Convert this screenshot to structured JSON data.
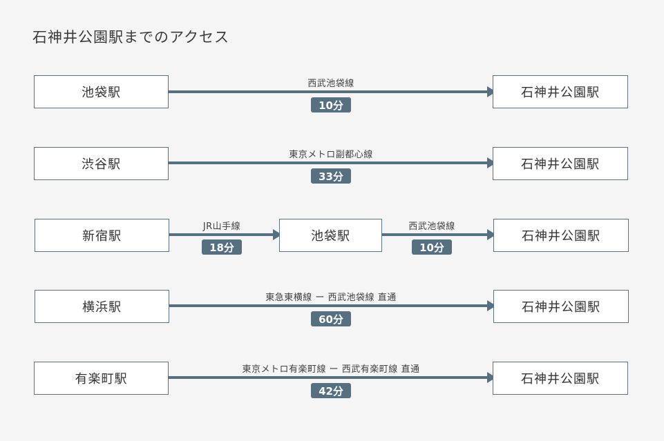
{
  "title": "石神井公園駅までのアクセス",
  "routes": [
    {
      "from": "池袋駅",
      "to": "石神井公園駅",
      "line": "西武池袋線",
      "time": "10分"
    },
    {
      "from": "渋谷駅",
      "to": "石神井公園駅",
      "line": "東京メトロ副都心線",
      "time": "33分"
    },
    {
      "from": "新宿駅",
      "via": "池袋駅",
      "to": "石神井公園駅",
      "line1": "JR山手線",
      "time1": "18分",
      "line2": "西武池袋線",
      "time2": "10分"
    },
    {
      "from": "横浜駅",
      "to": "石神井公園駅",
      "line": "東急東横線 ー 西武池袋線 直通",
      "time": "60分"
    },
    {
      "from": "有楽町駅",
      "to": "石神井公園駅",
      "line": "東京メトロ有楽町線 ー 西武有楽町線 直通",
      "time": "42分"
    }
  ],
  "colors": {
    "background": "#f5f5f5",
    "accent": "#566f81",
    "box_border": "#5a7283",
    "badge_text": "#ffffff"
  }
}
